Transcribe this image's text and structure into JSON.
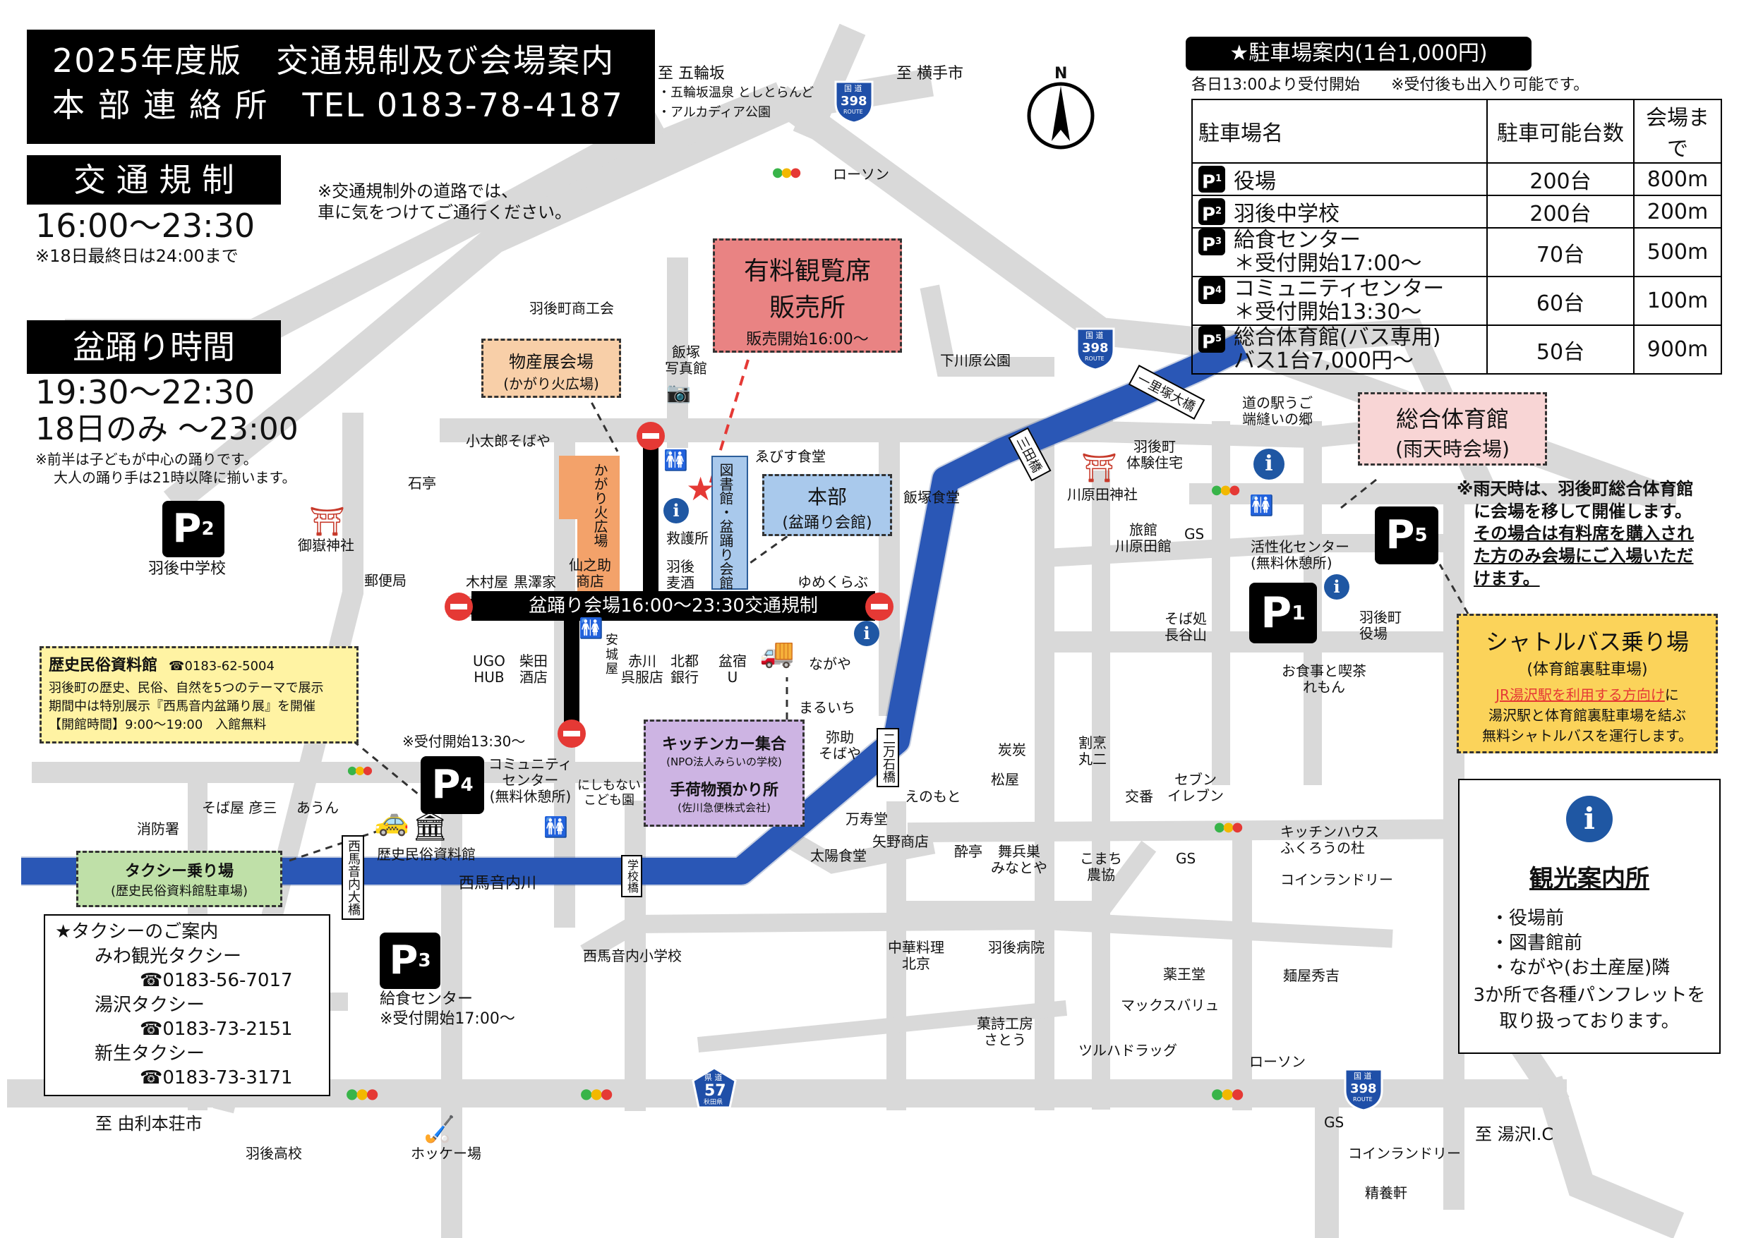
{
  "header": {
    "line1": "2025年度版　交通規制及び会場案内",
    "line2": "本 部 連 絡 所　TEL 0183-78-4187"
  },
  "traffic": {
    "title": "交 通 規 制",
    "time": "16:00〜23:30",
    "note": "※18日最終日は24:00まで",
    "outside_note_1": "※交通規制外の道路では、",
    "outside_note_2": "車に気をつけてご通行ください。"
  },
  "bon": {
    "title": "盆踊り時間",
    "time": "19:30〜22:30",
    "day18": "18日のみ 〜23:00",
    "note1": "※前半は子どもが中心の踊りです。",
    "note2": "大人の踊り手は21時以降に揃います。"
  },
  "directions": {
    "gorinzaka": "至 五輪坂",
    "gorinzaka_sub1": "・五輪坂温泉 としとらんど",
    "gorinzaka_sub2": "・アルカディア公園",
    "yokote": "至 横手市",
    "yurihonjo": "至 由利本荘市",
    "yuzawa_ic": "至 湯沢I.C"
  },
  "routes": {
    "r398": "398",
    "r57": "57",
    "kokudo": "国 道",
    "kendo": "県 道",
    "route": "ROUTE",
    "akita": "秋田県"
  },
  "compass": {
    "n": "N"
  },
  "parking": {
    "title": "★駐車場案内(1台1,000円)",
    "note": "各日13:00より受付開始　　※受付後も出入り可能です。",
    "headers": [
      "駐車場名",
      "駐車可能台数",
      "会場まで"
    ],
    "rows": [
      {
        "badge": "1",
        "name": "役場",
        "name2": "",
        "count": "200台",
        "dist": "800m"
      },
      {
        "badge": "2",
        "name": "羽後中学校",
        "name2": "",
        "count": "200台",
        "dist": "200m"
      },
      {
        "badge": "3",
        "name": "給食センター",
        "name2": "＊受付開始17:00〜",
        "count": "70台",
        "dist": "500m"
      },
      {
        "badge": "4",
        "name": "コミュニティセンター",
        "name2": "＊受付開始13:30〜",
        "count": "60台",
        "dist": "100m"
      },
      {
        "badge": "5",
        "name": "総合体育館(バス専用)",
        "name2": "バス1台7,000円〜",
        "count": "50台",
        "dist": "900m"
      }
    ]
  },
  "booth": {
    "title1": "有料観覧席",
    "title2": "販売所",
    "sub": "販売開始16:00〜"
  },
  "bussan": {
    "title": "物産展会場",
    "sub": "(かがり火広場)"
  },
  "honbu": {
    "title": "本部",
    "sub": "(盆踊り会館)"
  },
  "gym": {
    "title": "総合体育館",
    "sub": "(雨天時会場)"
  },
  "rain": {
    "l1": "※雨天時は、羽後町総合体育館",
    "l2": "に会場を移して開催します。",
    "l3": "その場合は有料席を購入され",
    "l4": "た方のみ会場にご入場いただ",
    "l5": "けます。"
  },
  "shuttle": {
    "title": "シャトルバス乗り場",
    "sub": "(体育館裏駐車場)",
    "l1a": "JR湯沢駅を利用する方向け",
    "l1b": "に",
    "l2": "湯沢駅と体育館裏駐車場を結ぶ",
    "l3": "無料シャトルバスを運行します。"
  },
  "museum": {
    "title": "歴史民俗資料館",
    "tel": "☎0183-62-5004",
    "l1": "羽後町の歴史、民俗、自然を5つのテーマで展示",
    "l2": "期間中は特別展示『西馬音内盆踊り展』を開催",
    "l3": "【開館時間】9:00〜19:00　入館無料"
  },
  "kitchen": {
    "title": "キッチンカー集合",
    "sub": "(NPO法人みらいの学校)",
    "title2": "手荷物預かり所",
    "sub2": "(佐川急便株式会社)"
  },
  "taxi_stand": {
    "title": "タクシー乗り場",
    "sub": "(歴史民俗資料館駐車場)"
  },
  "taxi": {
    "title": "★タクシーのご案内",
    "c1": "みわ観光タクシー",
    "t1": "☎0183-56-7017",
    "c2": "湯沢タクシー",
    "t2": "☎0183-73-2151",
    "c3": "新生タクシー",
    "t3": "☎0183-73-3171"
  },
  "tourist": {
    "title": "観光案内所",
    "l1": "・役場前",
    "l2": "・図書館前",
    "l3": "・ながや(お土産屋)隣",
    "l4": "3か所で各種パンフレットを",
    "l5": "取り扱っております。"
  },
  "regulation": {
    "label": "盆踊り会場16:00〜23:30交通規制"
  },
  "labels": {
    "lawson1": "ローソン",
    "shokokai": "羽後町商工会",
    "iizuka_photo": "飯塚\n写真館",
    "shimokawara": "下川原公園",
    "michinoeki": "道の駅うご\n端縫いの郷",
    "taiken": "羽後町\n体験住宅",
    "kawaharada_jinja": "川原田神社",
    "kawaharadakan": "旅館\n川原田館",
    "gs1": "GS",
    "soba_nagaoka": "そば処\n長谷山",
    "kasseika": "活性化センター\n(無料休憩所)",
    "yakuba": "羽後町\n役場",
    "remon": "お食事と喫茶\nれもん",
    "kotaro": "小太郎そばや",
    "ebisu": "ゑびす食堂",
    "iizuka_shokudo": "飯塚食堂",
    "kagaribi": "かがり火広場",
    "ishitei": "石亭",
    "kyugo": "救護所",
    "ugo_mugi": "羽後\n麦酒",
    "sennosuke": "仙之助\n商店",
    "kimuraya": "木村屋",
    "kurosawaya": "黒澤家",
    "yumekurabu": "ゆめくらぶ",
    "toshokan": "図書館・盆踊り会館",
    "chu": "羽後中学校",
    "mitake": "御嶽神社",
    "yubin": "郵便局",
    "ugohub": "UGO\nHUB",
    "shibata": "柴田\n酒店",
    "anjoya": "安\n城\n屋",
    "akagawa": "赤川\n呉服店",
    "hokuto": "北都\n銀行",
    "bonyado": "盆宿\nU",
    "nagaya": "ながや",
    "maruichi": "まるいち",
    "yasuke": "弥助\nそばや",
    "nimaruhashi": "二万石橋",
    "enomoto": "えのもと",
    "manjudo": "万寿堂",
    "yano": "矢野商店",
    "taiyo": "太陽食堂",
    "komyuniti": "コミュニティ\nセンター\n(無料休憩所)",
    "nishimonai_kodomo": "にしもない\nこども園",
    "uketsuke1330": "※受付開始13:30〜",
    "shobo": "消防署",
    "hiko": "そば屋 彦三",
    "aun": "あうん",
    "museum_small": "歴史民俗資料館",
    "nishimonai_ohashi": "西馬音内大橋",
    "river": "西馬音内川",
    "gakkobashi": "学校橋",
    "sumi": "炭炭",
    "matsuya": "松屋",
    "kappo": "割烹\n丸二",
    "koban": "交番",
    "seven": "セブン\nイレブン",
    "suitei": "酔亭",
    "maiyusu": "舞兵巣\nみなとや",
    "komachi": "こまち\n農協",
    "gs2": "GS",
    "kitchen_house": "キッチンハウス\nふくろうの杜",
    "coin1": "コインランドリー",
    "chuka": "中華料理\n北京",
    "ugo_hosp": "羽後病院",
    "yakuo": "薬王堂",
    "nishimonai_sho": "西馬音内小学校",
    "kyushoku": "給食センター",
    "uketsuke1700": "※受付開始17:00〜",
    "kashikobo": "菓詩工房\nさとう",
    "maxvalu": "マックスバリュ",
    "tsuruha": "ツルハドラッグ",
    "menya": "麺屋秀吉",
    "lawson2": "ローソン",
    "ugo_high": "羽後高校",
    "hockey": "ホッケー場",
    "gs3": "GS",
    "coin2": "コインランドリー",
    "seiyoken": "精養軒",
    "ichirisuka": "一里塚大橋",
    "sangenbashi": "三田橋"
  },
  "colors": {
    "road": "#d9d9d9",
    "river": "#2f5fc4",
    "booth": "#e98383",
    "bussan": "#f8cfa8",
    "honbu": "#a9c9ec",
    "gym": "#f8d5d5",
    "shuttle": "#fbd35a",
    "museum": "#fff3a3",
    "kitchen": "#cdb4e3",
    "taxi": "#bfe0a8",
    "accent_red": "#e53935",
    "regulation": "#000000"
  }
}
